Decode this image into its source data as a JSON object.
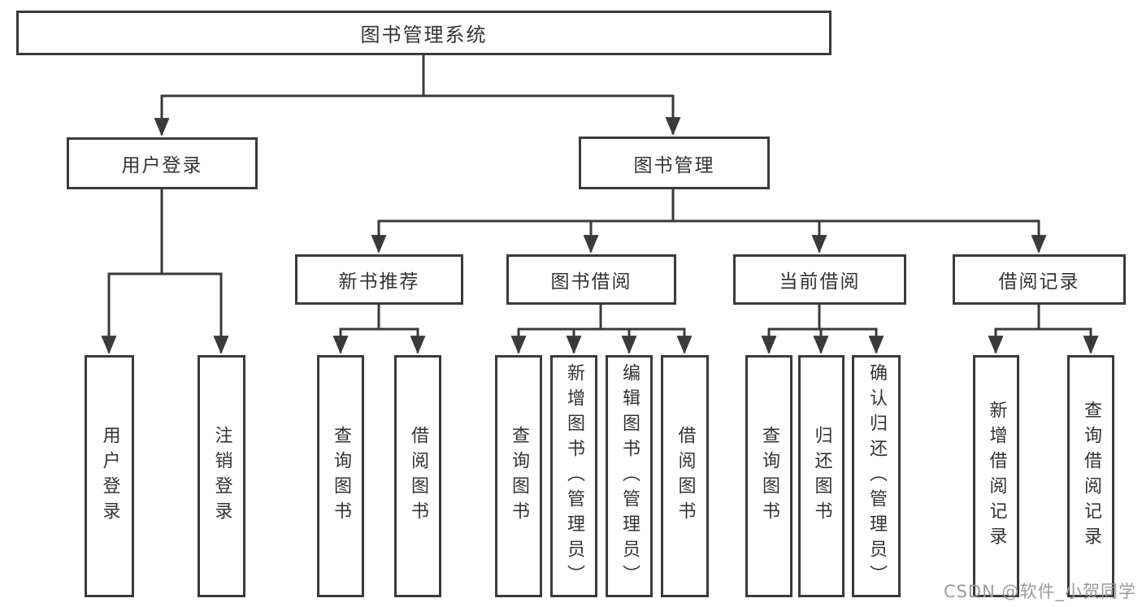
{
  "diagram": {
    "title_node": {
      "label": "图书管理系统"
    },
    "user_branch": {
      "label": "用户登录",
      "children": [
        {
          "label": "用户登录"
        },
        {
          "label": "注销登录"
        }
      ]
    },
    "book_branch": {
      "label": "图书管理",
      "sections": [
        {
          "label": "新书推荐",
          "children": [
            {
              "label": "查询图书"
            },
            {
              "label": "借阅图书"
            }
          ]
        },
        {
          "label": "图书借阅",
          "children": [
            {
              "label": "查询图书"
            },
            {
              "label": "新增图书（管理员）"
            },
            {
              "label": "编辑图书（管理员）"
            },
            {
              "label": "借阅图书"
            }
          ]
        },
        {
          "label": "当前借阅",
          "children": [
            {
              "label": "查询图书"
            },
            {
              "label": "归还图书"
            },
            {
              "label": "确认归还（管理员）"
            }
          ]
        },
        {
          "label": "借阅记录",
          "children": [
            {
              "label": "新增借阅记录"
            },
            {
              "label": "查询借阅记录"
            }
          ]
        }
      ]
    },
    "line_color": "#3a3a3a"
  },
  "watermark": {
    "text": "CSDN @软件_小贺同学",
    "color": "#9b9b9b"
  }
}
